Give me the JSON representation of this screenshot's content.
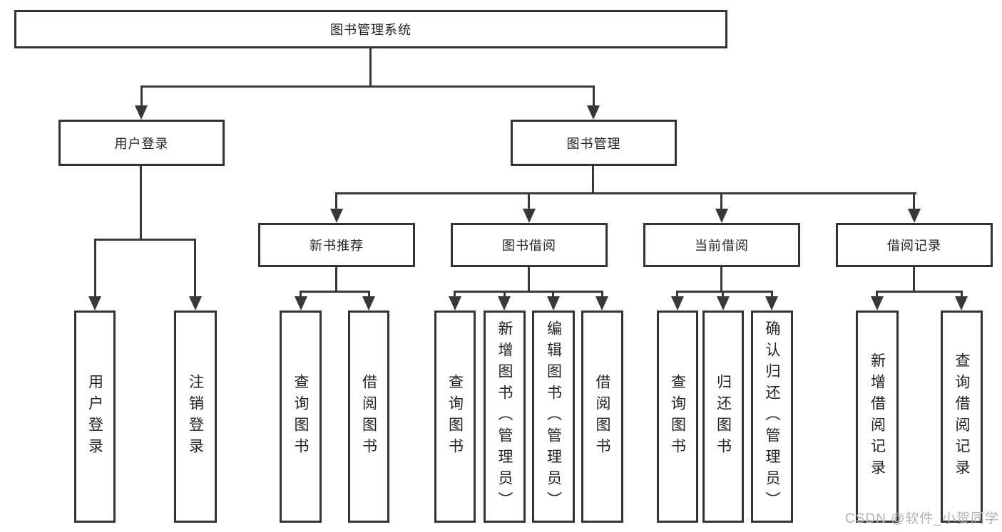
{
  "root": {
    "label": "图书管理系统"
  },
  "level2": [
    {
      "label": "用户登录"
    },
    {
      "label": "图书管理"
    }
  ],
  "level3": [
    {
      "label": "新书推荐"
    },
    {
      "label": "图书借阅"
    },
    {
      "label": "当前借阅"
    },
    {
      "label": "借阅记录"
    }
  ],
  "leaves": {
    "user_login": [
      "用户登录",
      "注销登录"
    ],
    "new_books": [
      "查询图书",
      "借阅图书"
    ],
    "book_borrow": [
      "查询图书",
      "新增图书（管理员）",
      "编辑图书（管理员）",
      "借阅图书"
    ],
    "current_borrow": [
      "查询图书",
      "归还图书",
      "确认归还（管理员）"
    ],
    "borrow_records": [
      "新增借阅记录",
      "查询借阅记录"
    ]
  },
  "watermark": "CSDN @软件_小贺同学",
  "colors": {
    "line": "#383838",
    "border": "#333333",
    "text": "#222222",
    "watermark": "#b3b3b3"
  }
}
